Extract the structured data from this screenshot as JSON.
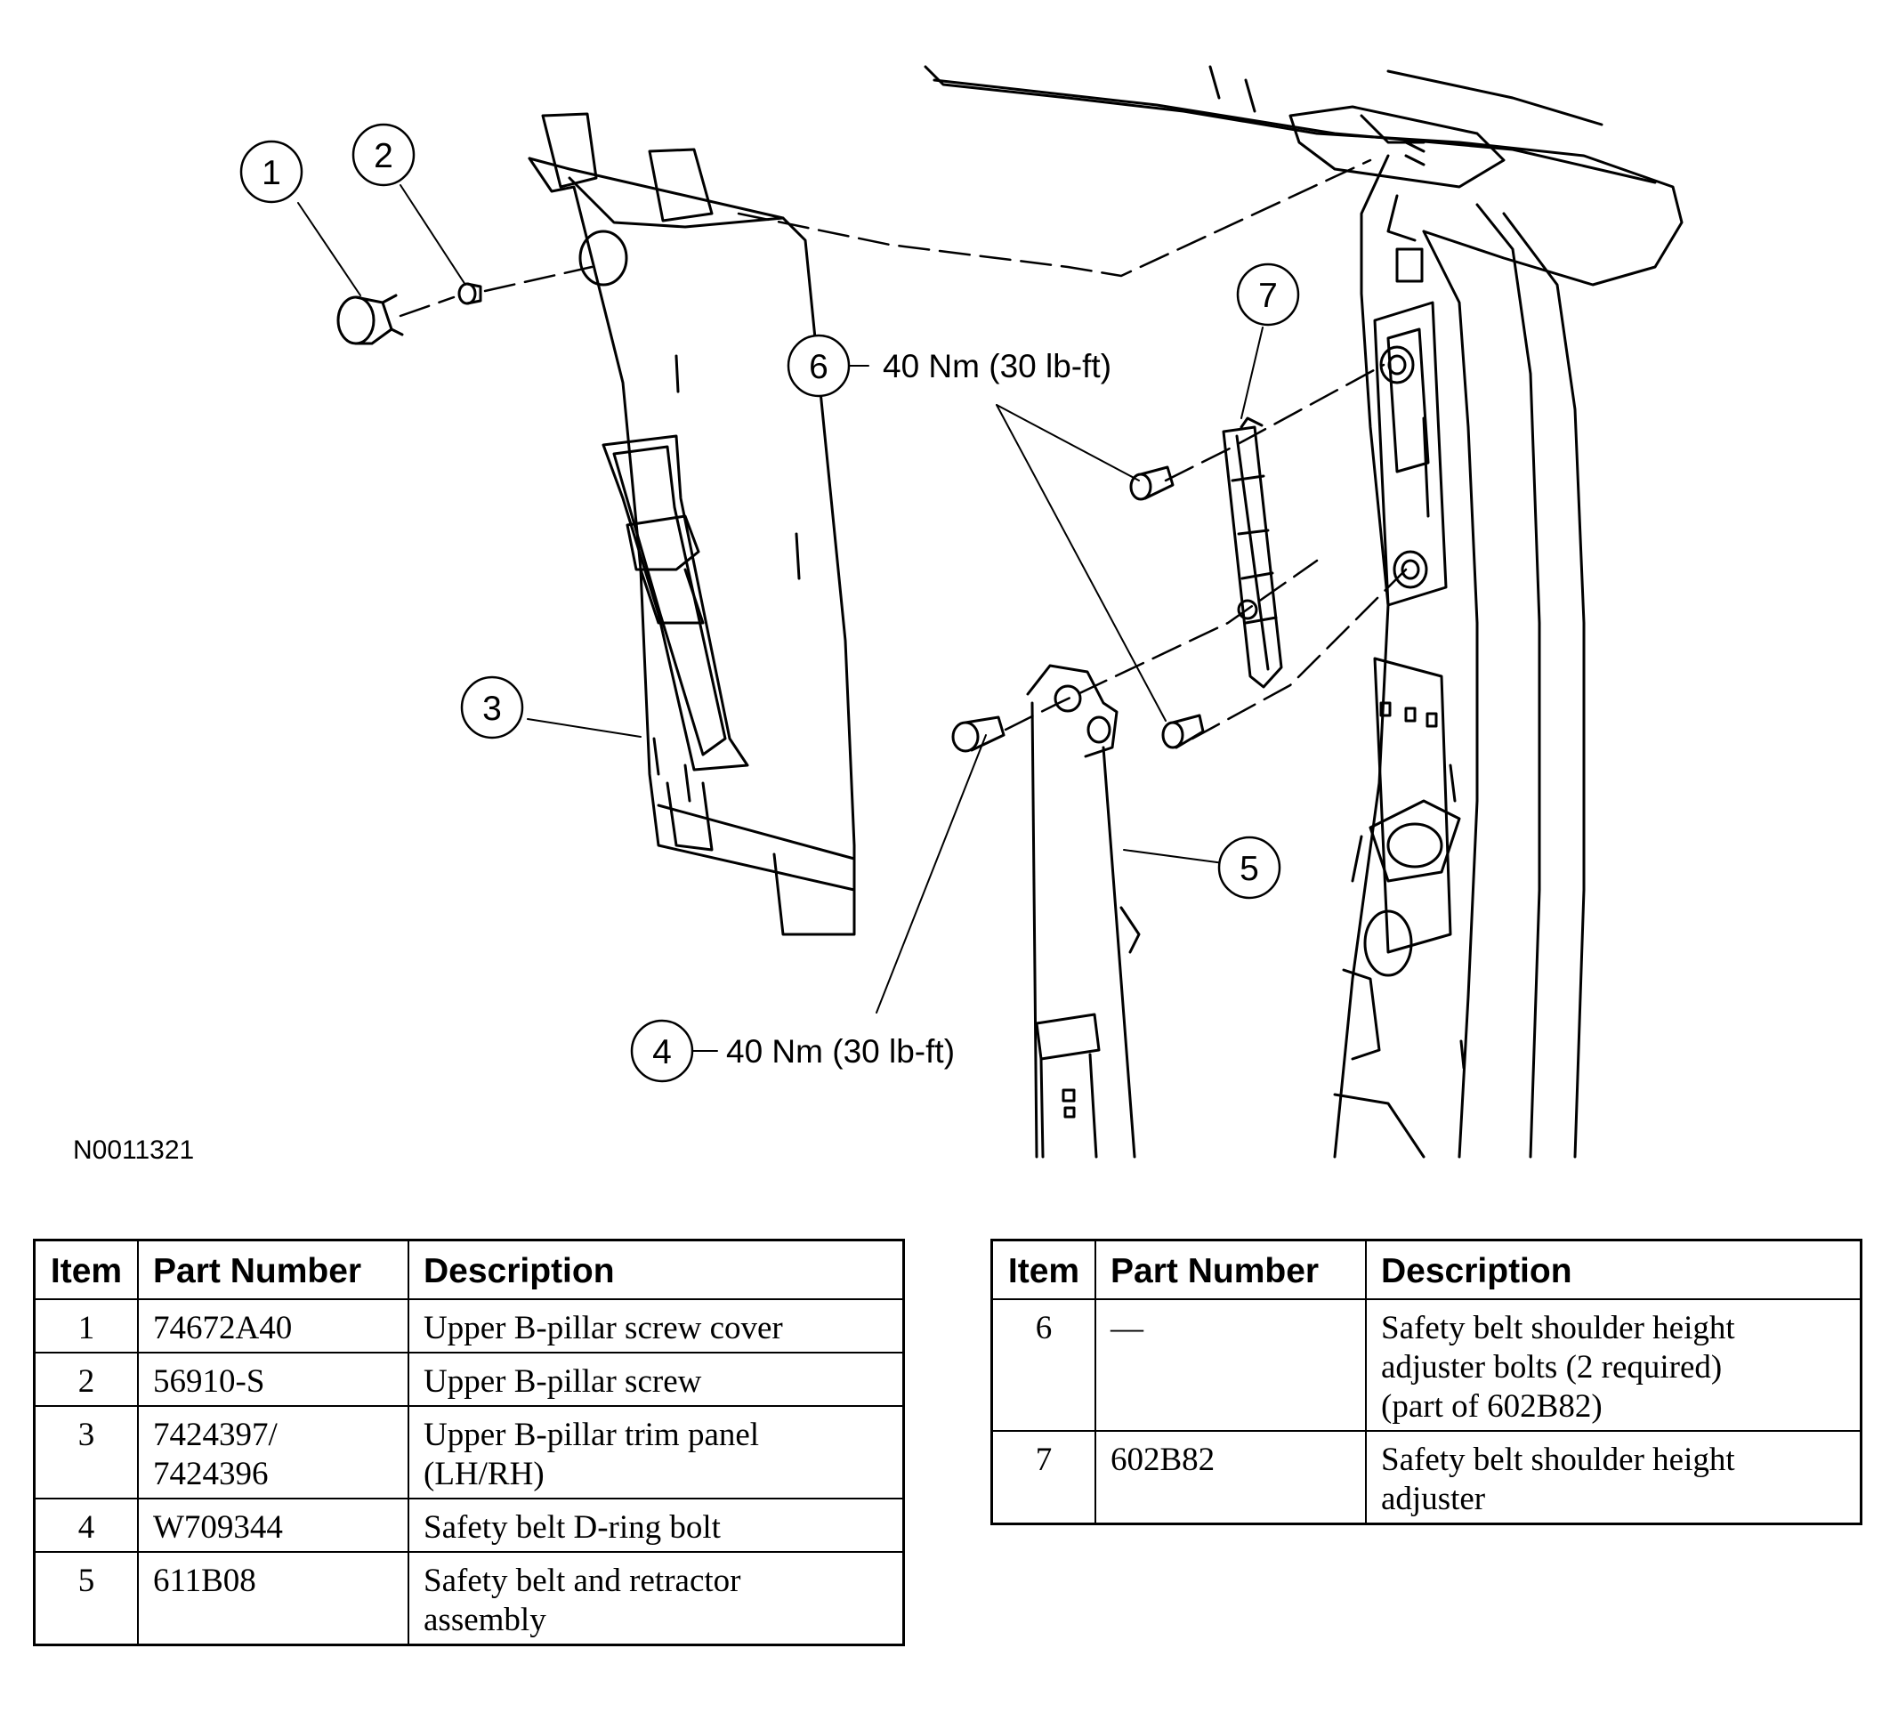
{
  "figure_id": "N0011321",
  "callouts": {
    "c1": "1",
    "c2": "2",
    "c3": "3",
    "c4": "4",
    "c5": "5",
    "c6": "6",
    "c7": "7"
  },
  "torques": {
    "bolt4": "40 Nm (30 lb-ft)",
    "bolt6": "40 Nm (30 lb-ft)"
  },
  "tables": {
    "headers": {
      "item": "Item",
      "part_number": "Part Number",
      "description": "Description"
    },
    "left_rows": [
      {
        "item": "1",
        "part_number": "74672A40",
        "description": "Upper B-pillar screw cover"
      },
      {
        "item": "2",
        "part_number": "56910-S",
        "description": "Upper B-pillar screw"
      },
      {
        "item": "3",
        "part_number": "7424397/\n7424396",
        "description": "Upper B-pillar trim panel\n(LH/RH)"
      },
      {
        "item": "4",
        "part_number": "W709344",
        "description": "Safety belt D-ring bolt"
      },
      {
        "item": "5",
        "part_number": "611B08",
        "description": "Safety belt and retractor\nassembly"
      }
    ],
    "right_rows": [
      {
        "item": "6",
        "part_number": "—",
        "description": "Safety belt shoulder height\nadjuster bolts (2 required)\n(part of 602B82)"
      },
      {
        "item": "7",
        "part_number": "602B82",
        "description": "Safety belt shoulder height\nadjuster"
      }
    ]
  }
}
